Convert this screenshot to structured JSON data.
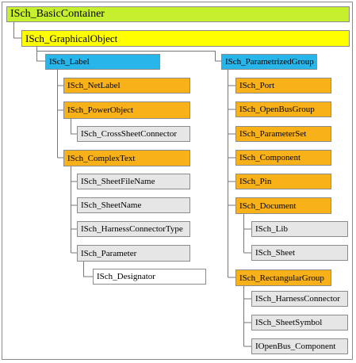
{
  "nodes": {
    "basic_container": "ISch_BasicContainer",
    "graphical_object": "ISch_GraphicalObject",
    "label": "ISch_Label",
    "net_label": "ISch_NetLabel",
    "power_object": "ISch_PowerObject",
    "cross_sheet_connector": "ISch_CrossSheetConnector",
    "complex_text": "ISch_ComplexText",
    "sheet_file_name": "ISch_SheetFileName",
    "sheet_name": "ISch_SheetName",
    "harness_connector_type": "ISch_HarnessConnectorType",
    "parameter": "ISch_Parameter",
    "designator": "ISch_Designator",
    "parametrized_group": "ISch_ParametrizedGroup",
    "port": "ISch_Port",
    "open_bus_group": "ISch_OpenBusGroup",
    "parameter_set": "ISch_ParameterSet",
    "component": "ISch_Component",
    "pin": "ISch_Pin",
    "document": "ISch_Document",
    "lib": "ISch_Lib",
    "sheet": "ISch_Sheet",
    "rectangular_group": "ISch_RectangularGroup",
    "harness_connector": "ISch_HarnessConnector",
    "sheet_symbol": "ISch_SheetSymbol",
    "open_bus_component": "IOpenBus_Component"
  },
  "colors": {
    "root": "#c6ef2e",
    "level1": "#ffff00",
    "level2": "#28b5ea",
    "container": "#f9b11a",
    "leaf": "#e6e6e6",
    "deep_leaf": "#ffffff"
  }
}
